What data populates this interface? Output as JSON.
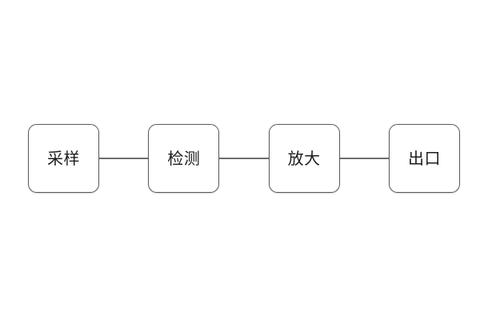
{
  "diagram": {
    "title": "",
    "background_color": "#ffffff",
    "node_border_color": "#5a5a5a",
    "node_fill_color": "#ffffff",
    "connector_color": "#6e6e6e",
    "text_color": "#1c1c1c",
    "orientation": "horizontal-left-to-right",
    "connector_style": "plain-line-no-arrowhead",
    "nodes": [
      {
        "id": "node-1",
        "label": "采样"
      },
      {
        "id": "node-2",
        "label": "检测"
      },
      {
        "id": "node-3",
        "label": "放大"
      },
      {
        "id": "node-4",
        "label": "出口"
      }
    ],
    "connectors": [
      {
        "id": "connector-1",
        "from": "node-1",
        "to": "node-2"
      },
      {
        "id": "connector-2",
        "from": "node-2",
        "to": "node-3"
      },
      {
        "id": "connector-3",
        "from": "node-3",
        "to": "node-4"
      }
    ]
  }
}
